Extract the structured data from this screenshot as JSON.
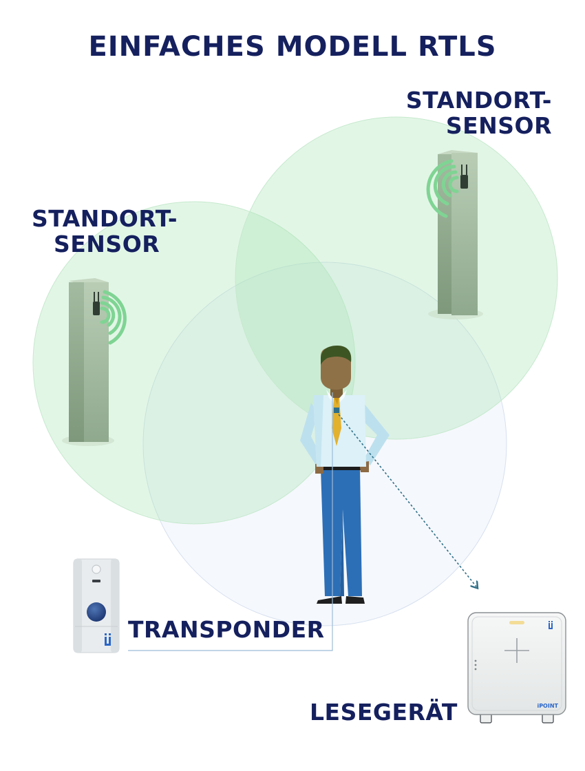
{
  "title": "EINFACHES MODELL RTLS",
  "labels": {
    "sensor_right": [
      "STANDORT-",
      "SENSOR"
    ],
    "sensor_left": [
      "STANDORT-",
      "SENSOR"
    ],
    "transponder": "TRANSPONDER",
    "reader": "LESEGERÄT"
  },
  "reader_brand": "iPOINT",
  "colors": {
    "title_navy": "#15205e",
    "range_green": "#8fdca2",
    "range_blue": "#dfe8f5",
    "pillar": "#9fb79d",
    "signal_green": "#7fd493",
    "dotted_line": "#2f6f86",
    "brand_blue": "#2a66c8"
  },
  "icons": {
    "sensor_waves": "wifi-waves-icon",
    "reader_logo": "ij-logo-icon",
    "transponder_logo": "ij-logo-icon"
  }
}
